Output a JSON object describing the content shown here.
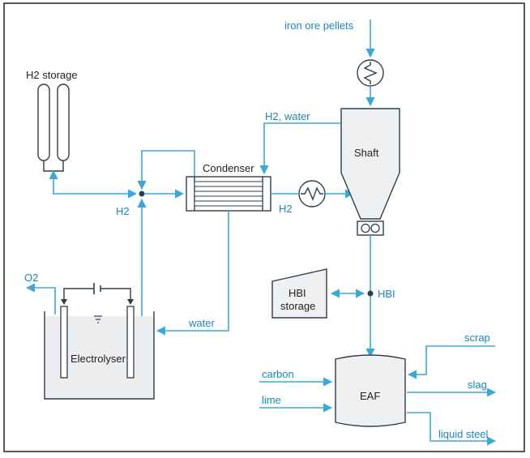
{
  "labels": {
    "iron_ore_pellets": "iron ore pellets",
    "h2_storage": "H2 storage",
    "h2_water": "H2, water",
    "shaft": "Shaft",
    "condenser": "Condenser",
    "h2_left": "H2",
    "h2_right": "H2",
    "o2": "O2",
    "water": "water",
    "electrolyser": "Electrolyser",
    "hbi_storage_line1": "HBI",
    "hbi_storage_line2": "storage",
    "hbi": "HBI",
    "scrap": "scrap",
    "carbon": "carbon",
    "slag": "slag",
    "lime": "lime",
    "eaf": "EAF",
    "liquid_steel": "liquid steel"
  },
  "colors": {
    "flow_line": "#3aa8d8",
    "flow_text": "#1d86b8",
    "equipment_stroke": "#2f3d4a",
    "equipment_fill": "#eef0f2",
    "electrolyte_fill": "#ecedef"
  }
}
